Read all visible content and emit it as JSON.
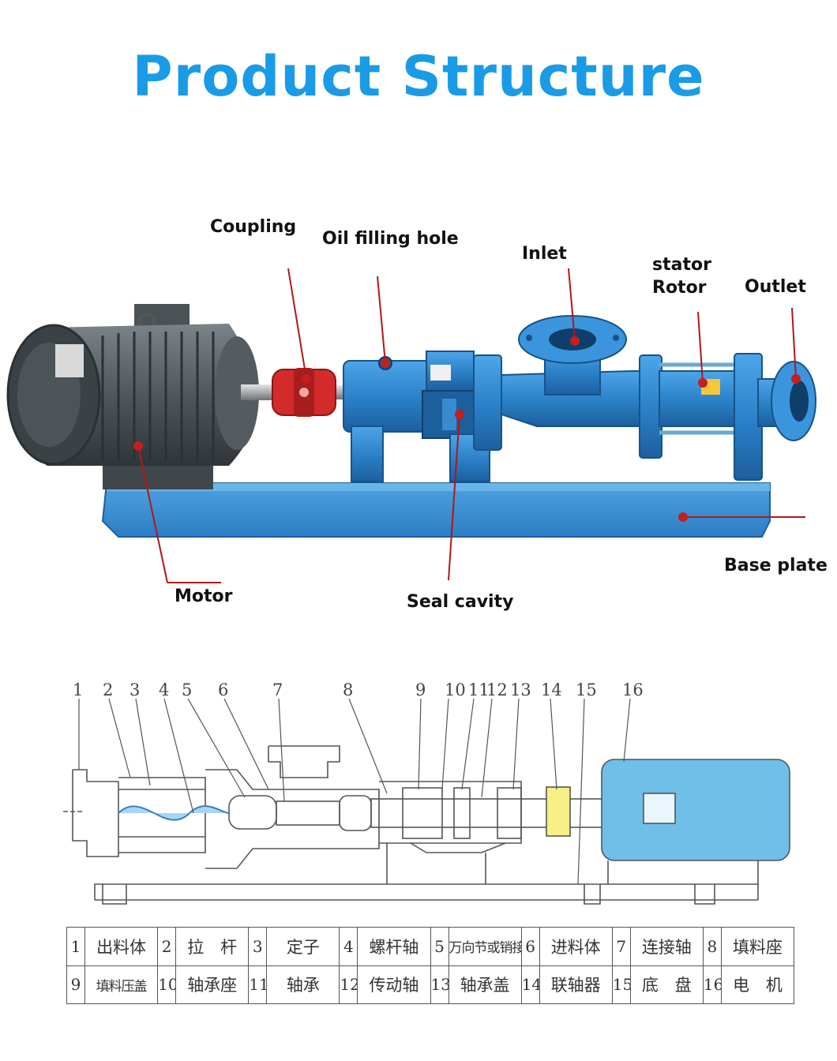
{
  "title": "Product Structure",
  "photo_labels": {
    "coupling": "Coupling",
    "oil_filling_hole": "Oil filling hole",
    "inlet": "Inlet",
    "stator": "stator",
    "rotor": "Rotor",
    "outlet": "Outlet",
    "base_plate": "Base plate",
    "motor": "Motor",
    "seal_cavity": "Seal cavity"
  },
  "diagram_numbers": [
    "1",
    "2",
    "3",
    "4",
    "5",
    "6",
    "7",
    "8",
    "9",
    "10",
    "11",
    "12",
    "13",
    "14",
    "15",
    "16"
  ],
  "legend": [
    [
      {
        "num": "1",
        "name": "出料体"
      },
      {
        "num": "2",
        "name": "拉　杆"
      },
      {
        "num": "3",
        "name": "定子"
      },
      {
        "num": "4",
        "name": "螺杆轴"
      },
      {
        "num": "5",
        "name": "万向节或销接"
      },
      {
        "num": "6",
        "name": "进料体"
      },
      {
        "num": "7",
        "name": "连接轴"
      },
      {
        "num": "8",
        "name": "填料座"
      }
    ],
    [
      {
        "num": "9",
        "name": "填料压盖"
      },
      {
        "num": "10",
        "name": "轴承座"
      },
      {
        "num": "11",
        "name": "轴承"
      },
      {
        "num": "12",
        "name": "传动轴"
      },
      {
        "num": "13",
        "name": "轴承盖"
      },
      {
        "num": "14",
        "name": "联轴器"
      },
      {
        "num": "15",
        "name": "底　盘"
      },
      {
        "num": "16",
        "name": "电　机"
      }
    ]
  ],
  "colors": {
    "title_blue": "#1a9be6",
    "pump_blue": "#2f86cf",
    "motor_gray": "#5c646a",
    "coupling_red": "#d62b2b",
    "leader_red": "#b01818",
    "drawing_motor_blue": "#6fbfe8",
    "drawing_coupling_yellow": "#f7ef86"
  }
}
